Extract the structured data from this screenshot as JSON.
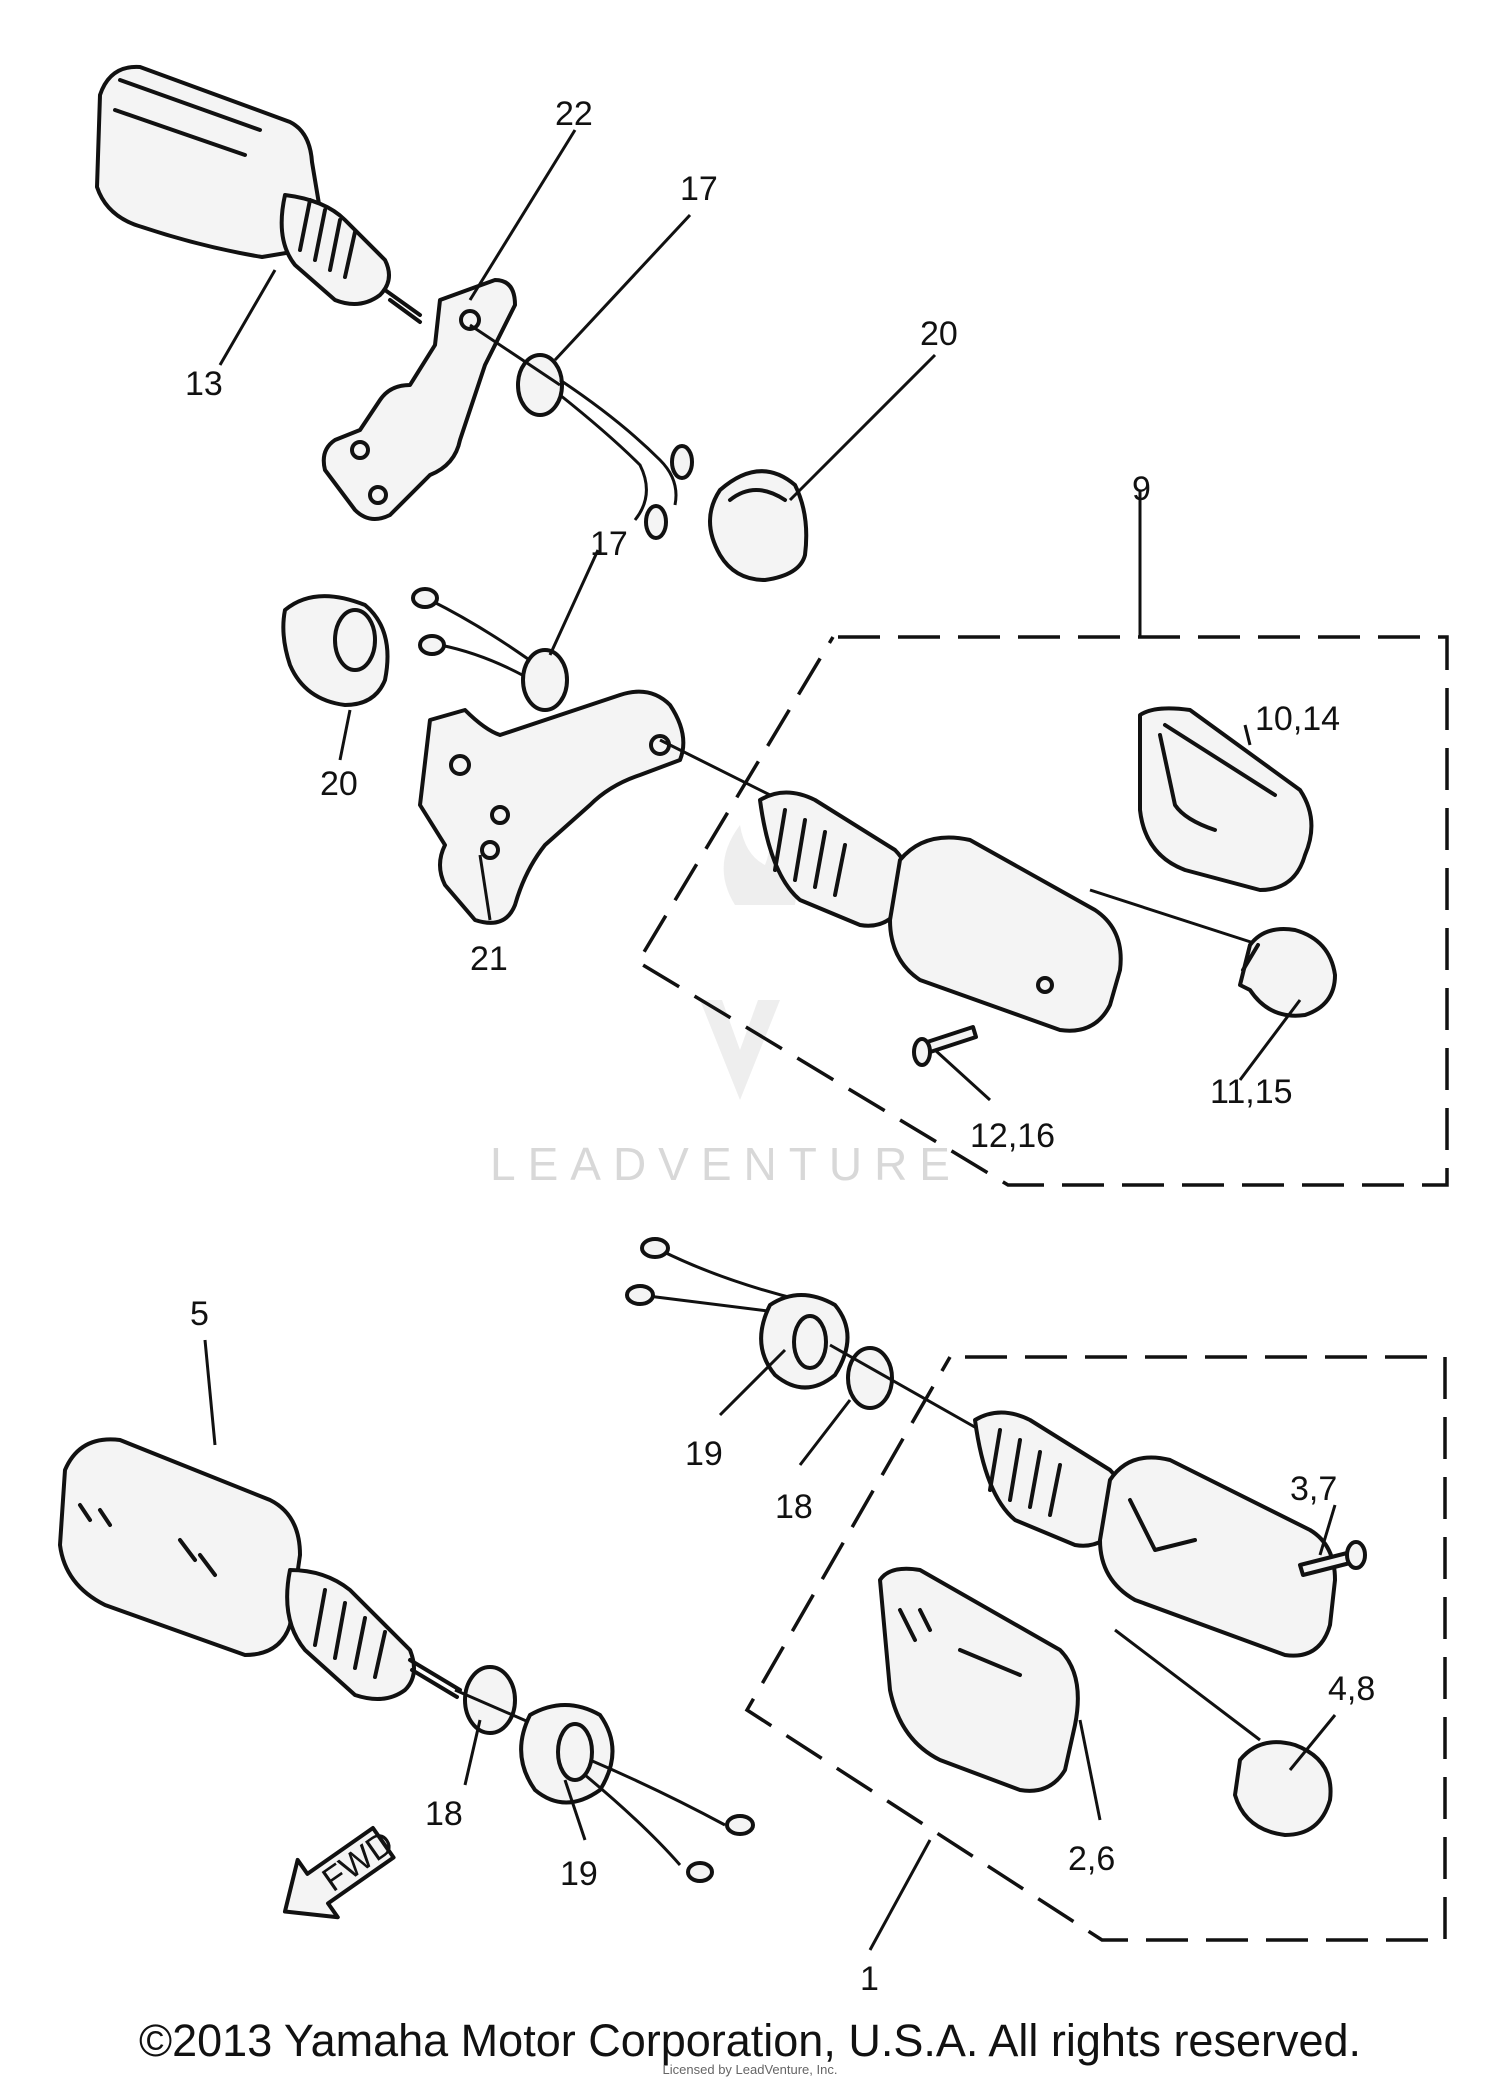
{
  "callouts": {
    "c22": "22",
    "c17a": "17",
    "c13": "13",
    "c20a": "20",
    "c9": "9",
    "c17b": "17",
    "c20b": "20",
    "c10_14": "10,14",
    "c21": "21",
    "c11_15": "11,15",
    "c12_16": "12,16",
    "c5": "5",
    "c19a": "19",
    "c18a": "18",
    "c3_7": "3,7",
    "c4_8": "4,8",
    "c18b": "18",
    "c19b": "19",
    "c2_6": "2,6",
    "c1": "1"
  },
  "fwd_label": "FWD",
  "watermark": "LEADVENTURE",
  "copyright": "©2013 Yamaha Motor Corporation, U.S.A. All rights reserved.",
  "licensed": "Licensed by LeadVenture, Inc."
}
